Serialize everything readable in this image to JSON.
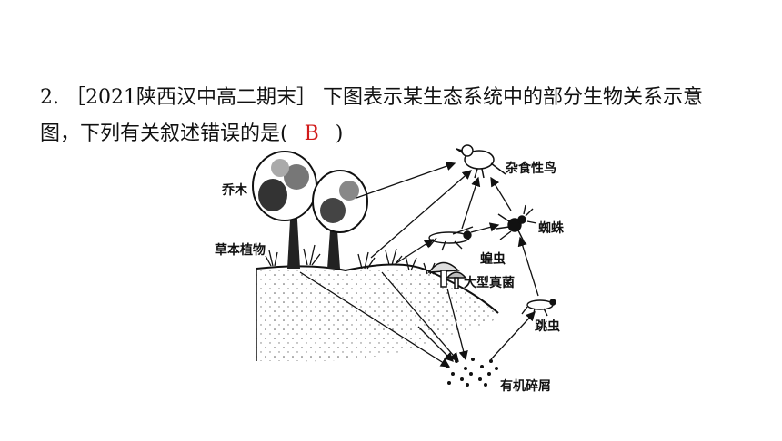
{
  "question": {
    "number": "2.",
    "source": "［2021陕西汉中高二期末］",
    "line1_text": "下图表示某生态系统中的部分生物关系示意",
    "line2_text": "图，下列有关叙述错误的是(",
    "answer": "B",
    "close_paren": ")"
  },
  "diagram": {
    "labels": {
      "tree": "乔木",
      "herb": "草本植物",
      "bird": "杂食性鸟",
      "spider": "蜘蛛",
      "locust": "蝗虫",
      "fungus": "大型真菌",
      "springtail": "跳虫",
      "detritus": "有机碎屑"
    },
    "colors": {
      "ink": "#111111",
      "answer": "#d11a1a"
    }
  }
}
